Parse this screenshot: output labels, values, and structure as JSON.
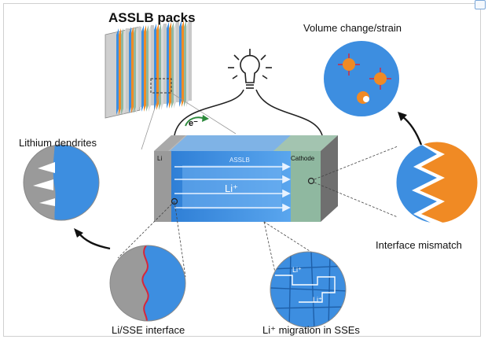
{
  "labels": {
    "packs": "ASSLB packs",
    "volume": "Volume change/strain",
    "dendrites": "Lithium dendrites",
    "mismatch": "Interface mismatch",
    "interface": "Li/SSE interface",
    "migration": "Li⁺ migration in SSEs",
    "li": "Li",
    "assb": "ASSLB",
    "cathode": "Cathode",
    "li_ion": "Li⁺",
    "electron": "e⁻",
    "mig_ion_1": "Li⁺",
    "mig_ion_2": "Li⁺"
  },
  "colors": {
    "electrolyte_blue": "#3d8ee0",
    "lithium_grey": "#9a9a9a",
    "cathode_green": "#8fb8a0",
    "cathode_orange": "#f08a24",
    "background": "#ffffff"
  }
}
